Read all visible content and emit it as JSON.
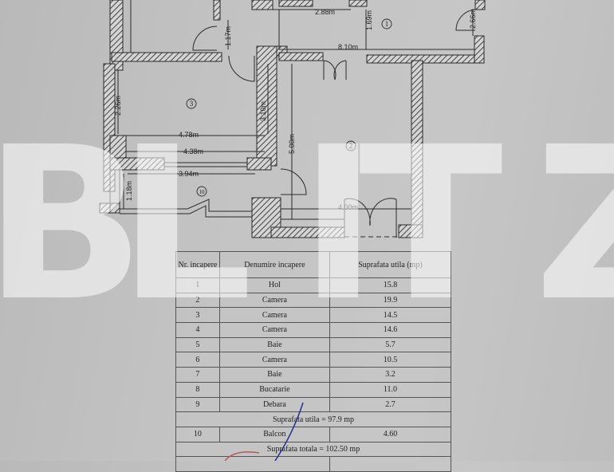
{
  "floor_plan": {
    "dimensions": {
      "top_corridor_width": "2.88m",
      "hall_length": "8.10m",
      "hall_height": "1.69m",
      "door_width_1": "1.17m",
      "entrance_width": "2.66m",
      "room3_height_left": "2.26m",
      "room3_height_right": "3.10m",
      "room3_width_outer": "4.78m",
      "room3_width_inner": "4.38m",
      "balcony_width": "3.94m",
      "balcony_depth": "1.18m",
      "room2_height": "5.00m",
      "room2_width": "4.00m"
    },
    "room_labels": {
      "r1": "1",
      "r2": "2",
      "r3": "3",
      "r10": "10"
    }
  },
  "table": {
    "headers": {
      "nr": "Nr. incapere",
      "name": "Denumire incapere",
      "area": "Suprafata utila (mp)"
    },
    "rows": [
      {
        "nr": "1",
        "name": "Hol",
        "area": "15.8"
      },
      {
        "nr": "2",
        "name": "Camera",
        "area": "19.9"
      },
      {
        "nr": "3",
        "name": "Camera",
        "area": "14.5"
      },
      {
        "nr": "4",
        "name": "Camera",
        "area": "14.6"
      },
      {
        "nr": "5",
        "name": "Baie",
        "area": "5.7"
      },
      {
        "nr": "6",
        "name": "Camera",
        "area": "10.5"
      },
      {
        "nr": "7",
        "name": "Baie",
        "area": "3.2"
      },
      {
        "nr": "8",
        "name": "Bucatarie",
        "area": "11.0"
      },
      {
        "nr": "9",
        "name": "Debara",
        "area": "2.7"
      }
    ],
    "subtotal": "Suprafata utila =  97.9  mp",
    "balcony_row": {
      "nr": "10",
      "name": "Balcon",
      "area": "4.60"
    },
    "total": "Suprafata totala =    102.50 mp"
  },
  "watermark": {
    "text_parts": [
      "B",
      "L",
      "I",
      "T",
      "Z"
    ]
  },
  "colors": {
    "paper": "#c2c2c2",
    "ink": "#2a2a2a",
    "watermark": "#ffffff",
    "signature": "#2b2f8a",
    "stamp": "#b8585a"
  }
}
